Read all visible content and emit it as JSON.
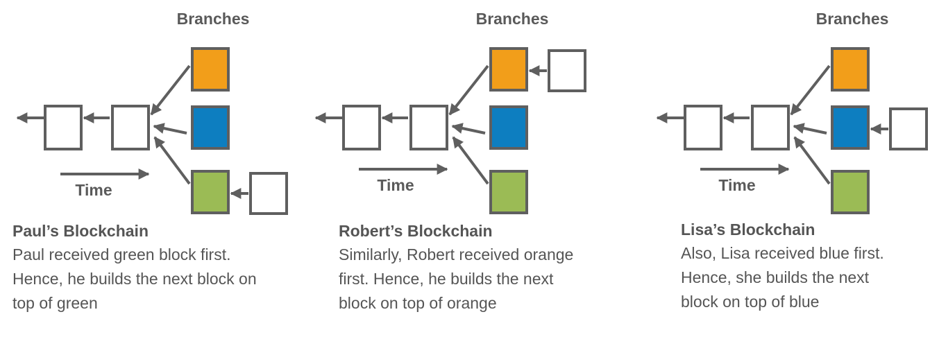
{
  "colors": {
    "orange": "#F29E1A",
    "blue": "#0D7EC0",
    "green": "#9BBB55",
    "stroke": "#5f5f5f",
    "text": "#555555"
  },
  "panels": [
    {
      "id": "paul",
      "branches_label": "Branches",
      "time_label": "Time",
      "extended_branch": "green",
      "title": "Paul’s Blockchain",
      "lines": [
        "Paul received green block first.",
        "Hence, he builds the next block on",
        "top of green"
      ]
    },
    {
      "id": "robert",
      "branches_label": "Branches",
      "time_label": "Time",
      "extended_branch": "orange",
      "title": "Robert’s Blockchain",
      "lines": [
        "Similarly, Robert received orange",
        "first. Hence, he builds the next",
        "block on top of orange"
      ]
    },
    {
      "id": "lisa",
      "branches_label": "Branches",
      "time_label": "Time",
      "extended_branch": "blue",
      "title": "Lisa’s Blockchain",
      "lines": [
        "Also, Lisa received blue first.",
        "Hence, she builds the next",
        "block on top of blue"
      ]
    }
  ]
}
